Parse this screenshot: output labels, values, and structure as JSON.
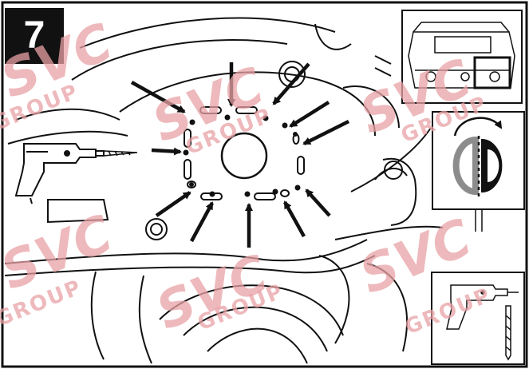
{
  "step": {
    "number": "7"
  },
  "watermark": {
    "logo": "SVC",
    "subtitle": "GROUP",
    "color": "#e9a2a6"
  },
  "colors": {
    "line": "#111111",
    "background": "#ffffff",
    "gray_half": "#8c8c8c"
  },
  "icons": [
    "drill-icon",
    "drill-bit-icon",
    "rotation-arrow-icon",
    "indicator-arrow-icon"
  ]
}
